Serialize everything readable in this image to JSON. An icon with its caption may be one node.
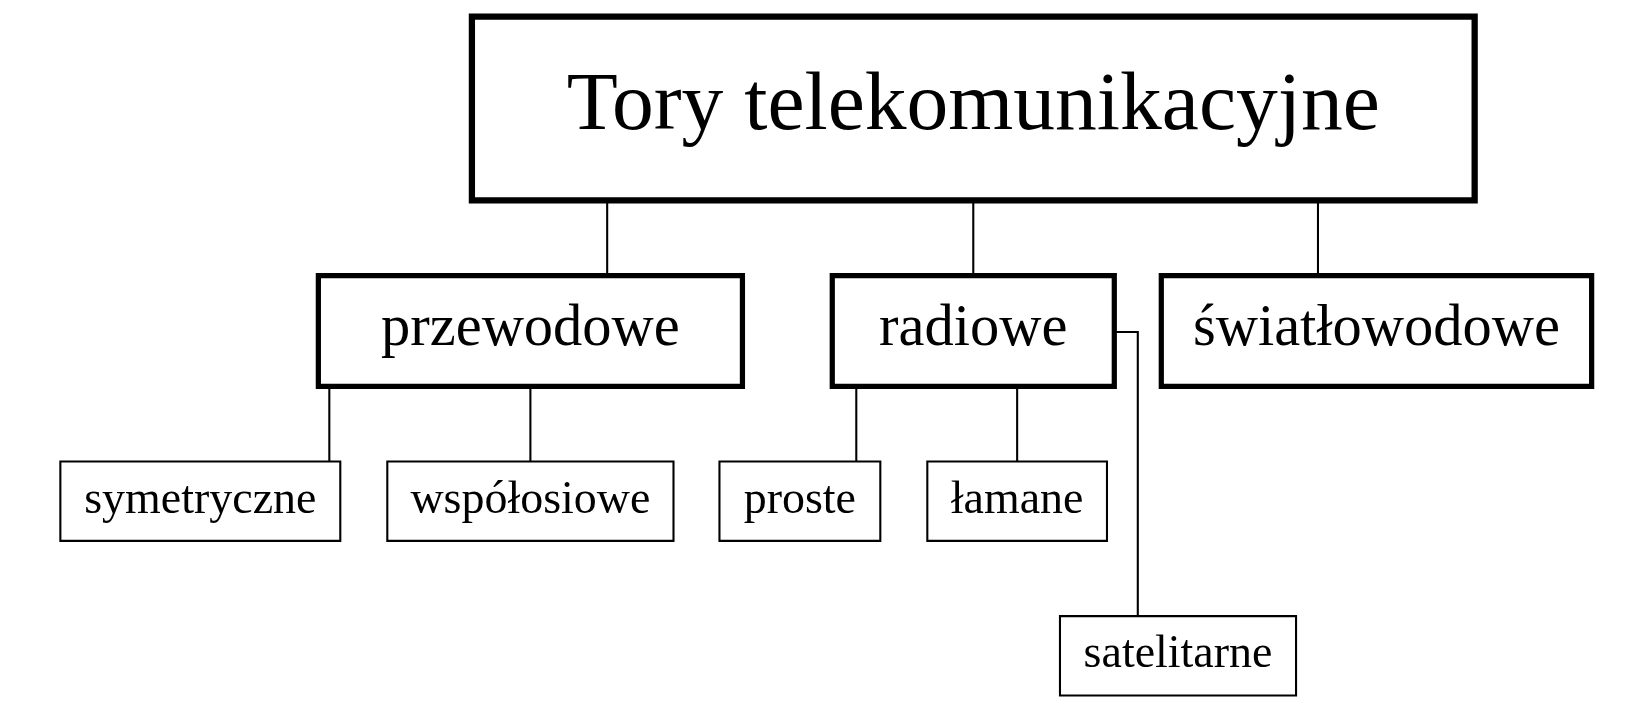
{
  "diagram": {
    "nodes": [
      {
        "text": [
          "Tory telekomunikacyjne"
        ]
      },
      {
        "text": [
          "przewodowe"
        ]
      },
      {
        "text": [
          "radiowe"
        ]
      },
      {
        "text": [
          "światłowodowe"
        ]
      },
      {
        "text": [
          "symetryczne"
        ]
      },
      {
        "text": [
          "współosiowe"
        ]
      },
      {
        "text": [
          "proste"
        ]
      },
      {
        "text": [
          "łamane"
        ]
      },
      {
        "text": [
          "satelitarne"
        ]
      }
    ],
    "edges": [
      {
        "from": 0,
        "to": 1,
        "arrow": "none"
      },
      {
        "from": 0,
        "to": 2,
        "arrow": "none"
      },
      {
        "from": 0,
        "to": 3,
        "arrow": "none"
      },
      {
        "from": 1,
        "to": 4,
        "arrow": "none"
      },
      {
        "from": 1,
        "to": 5,
        "arrow": "none"
      },
      {
        "from": 2,
        "to": 6,
        "arrow": "none"
      },
      {
        "from": 2,
        "to": 7,
        "arrow": "none"
      },
      {
        "from": 2,
        "to": 8,
        "arrow": "none"
      }
    ]
  }
}
